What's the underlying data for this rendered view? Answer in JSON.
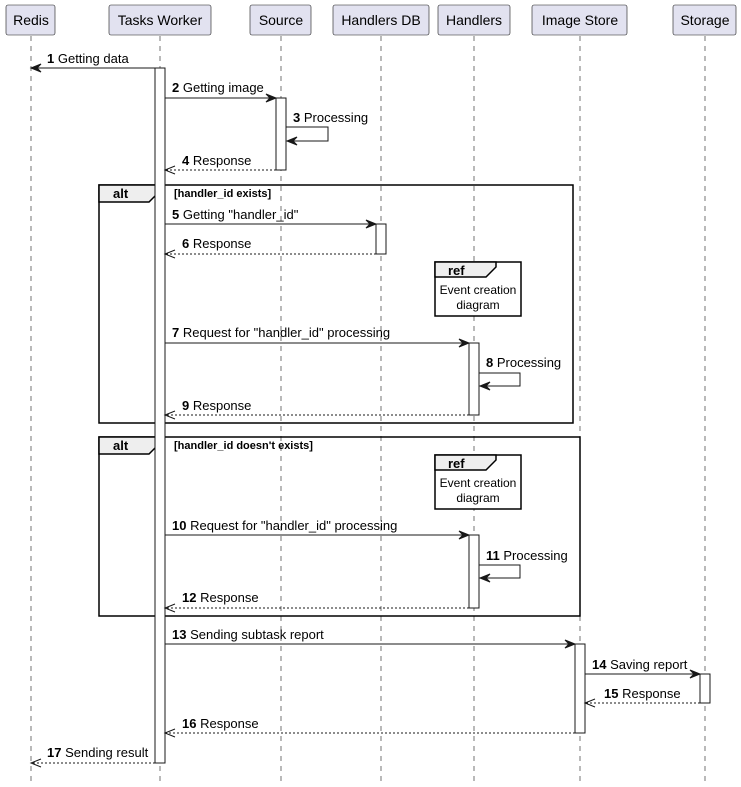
{
  "participants": [
    "Redis",
    "Tasks Worker",
    "Source",
    "Handlers DB",
    "Handlers",
    "Image Store",
    "Storage"
  ],
  "messages": [
    {
      "num": "1",
      "label": "Getting data"
    },
    {
      "num": "2",
      "label": "Getting image"
    },
    {
      "num": "3",
      "label": "Processing"
    },
    {
      "num": "4",
      "label": "Response"
    },
    {
      "num": "5",
      "label": "Getting \"handler_id\""
    },
    {
      "num": "6",
      "label": "Response"
    },
    {
      "num": "7",
      "label": "Request for \"handler_id\" processing"
    },
    {
      "num": "8",
      "label": "Processing"
    },
    {
      "num": "9",
      "label": "Response"
    },
    {
      "num": "10",
      "label": "Request for \"handler_id\" processing"
    },
    {
      "num": "11",
      "label": "Processing"
    },
    {
      "num": "12",
      "label": "Response"
    },
    {
      "num": "13",
      "label": "Sending subtask report"
    },
    {
      "num": "14",
      "label": "Saving report"
    },
    {
      "num": "15",
      "label": "Response"
    },
    {
      "num": "16",
      "label": "Response"
    },
    {
      "num": "17",
      "label": "Sending result"
    }
  ],
  "fragments": [
    {
      "keyword": "alt",
      "guard": "[handler_id exists]"
    },
    {
      "keyword": "alt",
      "guard": "[handler_id doesn't exists]"
    }
  ],
  "refs": [
    {
      "keyword": "ref",
      "lines": [
        "Event creation",
        "diagram"
      ]
    },
    {
      "keyword": "ref",
      "lines": [
        "Event creation",
        "diagram"
      ]
    }
  ]
}
